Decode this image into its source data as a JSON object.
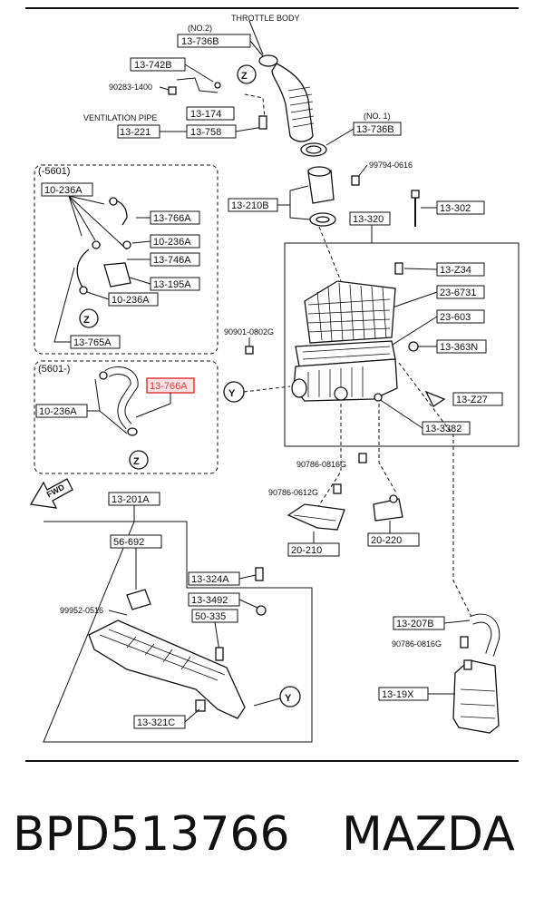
{
  "diagram": {
    "labels": {
      "throttle_body": "THROTTLE BODY",
      "no2": "(NO.2)",
      "no1": "(NO. 1)",
      "ventilation_pipe": "VENTILATION PIPE",
      "p13736B_top": "13-736B",
      "p13742B": "13-742B",
      "p90283": "90283-1400",
      "p13174": "13-174",
      "p13221": "13-221",
      "p13758": "13-758",
      "p13736B_r": "13-736B",
      "p99794": "99794-0616",
      "p13210B": "13-210B",
      "p13320": "13-320",
      "p13302": "13-302",
      "range1": "(-5601)",
      "range2": "(5601-)",
      "p10236A_1": "10-236A",
      "p13766A_1": "13-766A",
      "p10236A_2": "10-236A",
      "p13746A": "13-746A",
      "p13195A": "13-195A",
      "p10236A_3": "10-236A",
      "p13765A": "13-765A",
      "p13Z34": "13-Z34",
      "p236731": "23-6731",
      "p23603": "23-603",
      "p90901": "90901-0802G",
      "p13363N": "13-363N",
      "p13766A_hl": "13-766A",
      "p10236A_4": "10-236A",
      "p13Z27": "13-Z27",
      "p133382": "13-3382",
      "p90786_a": "90786-0816G",
      "p90786_b": "90786-0612G",
      "p13201A": "13-201A",
      "p56692": "56-692",
      "p20210": "20-210",
      "p20220": "20-220",
      "p13324A": "13-324A",
      "p133492": "13-3492",
      "p99952": "99952-0516",
      "p50335": "50-335",
      "p13207B": "13-207B",
      "p90786_c": "90786-0816G",
      "p1319X": "13-19X",
      "p13321C": "13-321C",
      "fwd": "FWD",
      "z": "Z",
      "y": "Y"
    },
    "highlight_color": "#e03a3a"
  },
  "footer": {
    "part_number": "BPD513766",
    "brand": "MAZDA"
  }
}
